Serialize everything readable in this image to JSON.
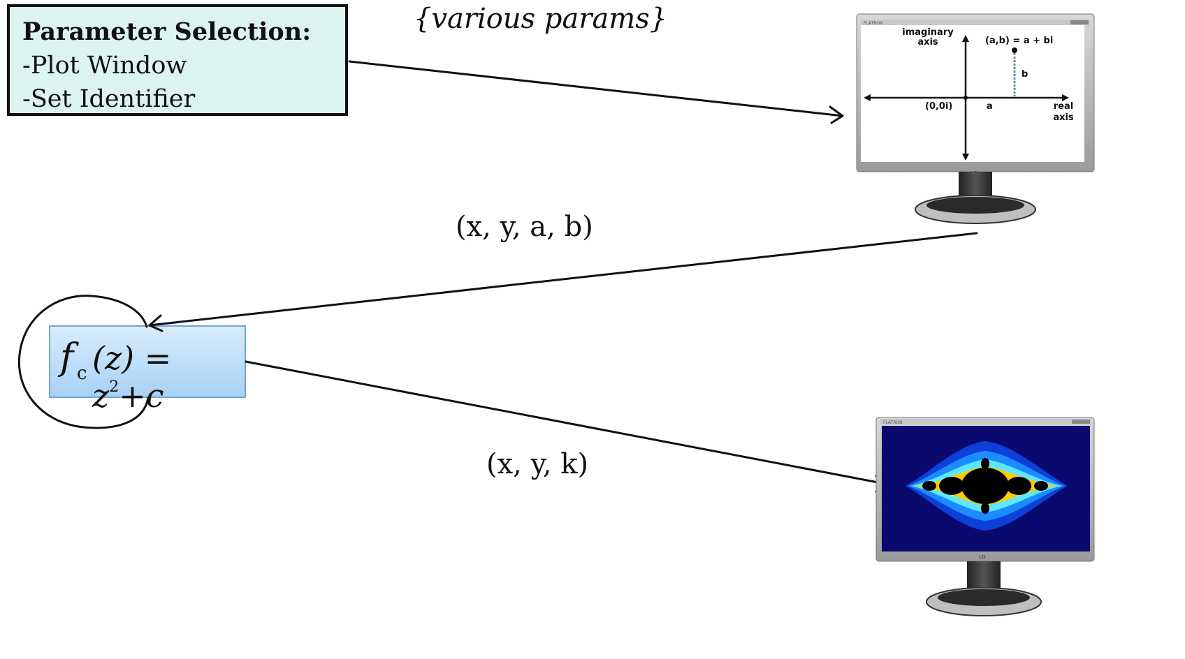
{
  "param_box": {
    "title": "Parameter Selection:",
    "items": [
      "-Plot Window",
      "-Set Identifier"
    ]
  },
  "labels": {
    "various_params": "{various params}",
    "edge_xyab": "(x, y, a, b)",
    "edge_xyk": "(x, y, k)"
  },
  "formula": {
    "f": "f",
    "sub": "c",
    "rest_open": "(z) = z",
    "exp": "2",
    "rest_close": "+c"
  },
  "monitor_top": {
    "titlebar": "FLATRON",
    "brand": "LG",
    "imaginary_axis": [
      "imaginary",
      "axis"
    ],
    "point_label": "(a,b) = a + bi",
    "b_label": "b",
    "origin_label": "(0,0i)",
    "a_label": "a",
    "real_axis": [
      "real",
      "axis"
    ]
  },
  "monitor_bottom": {
    "titlebar": "FLATRON",
    "brand": "LG"
  },
  "colors": {
    "param_bg": "#dcf4f0",
    "formula_border": "#6fa6d6",
    "fractal_bg": "#0a0a6e"
  }
}
